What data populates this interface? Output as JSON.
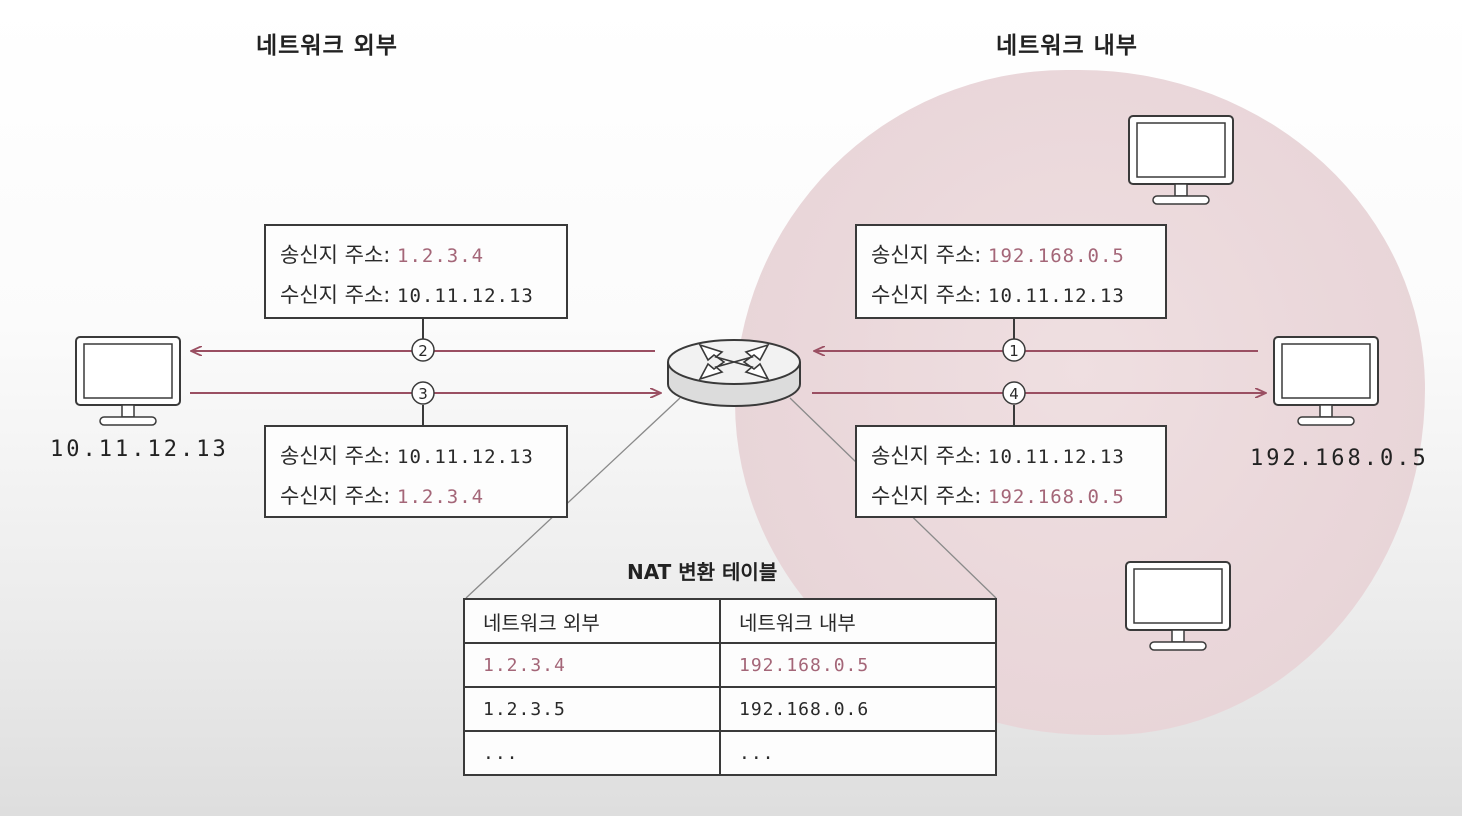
{
  "headings": {
    "outside": "네트워크 외부",
    "inside": "네트워크 내부"
  },
  "hosts": {
    "outside_ip": "10.11.12.13",
    "inside_ip": "192.168.0.5"
  },
  "packets": {
    "p1": {
      "number": "1",
      "src_label": "송신지 주소:",
      "src": "192.168.0.5",
      "dst_label": "수신지 주소:",
      "dst": "10.11.12.13"
    },
    "p2": {
      "number": "2",
      "src_label": "송신지 주소:",
      "src": "1.2.3.4",
      "dst_label": "수신지 주소:",
      "dst": "10.11.12.13"
    },
    "p3": {
      "number": "3",
      "src_label": "송신지 주소:",
      "src": "10.11.12.13",
      "dst_label": "수신지 주소:",
      "dst": "1.2.3.4"
    },
    "p4": {
      "number": "4",
      "src_label": "송신지 주소:",
      "src": "10.11.12.13",
      "dst_label": "수신지 주소:",
      "dst": "192.168.0.5"
    }
  },
  "nat_table": {
    "title": "NAT 변환 테이블",
    "headers": [
      "네트워크 외부",
      "네트워크 내부"
    ],
    "rows": [
      [
        "1.2.3.4",
        "192.168.0.5"
      ],
      [
        "1.2.3.5",
        "192.168.0.6"
      ],
      [
        "...",
        "..."
      ]
    ]
  },
  "colors": {
    "accent": "#a46678",
    "arrow": "#9a4f62",
    "blob": "#ead7da"
  },
  "icons": [
    "monitor-icon",
    "router-icon"
  ]
}
